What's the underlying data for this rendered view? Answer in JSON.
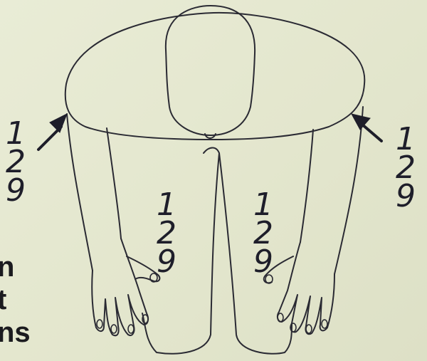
{
  "figure": {
    "labels": [
      {
        "id": "left-shoulder",
        "n1": "1",
        "n2": "2",
        "n3": "9"
      },
      {
        "id": "left-knee",
        "n1": "1",
        "n2": "2",
        "n3": "9"
      },
      {
        "id": "right-knee",
        "n1": "1",
        "n2": "2",
        "n3": "9"
      },
      {
        "id": "right-shoulder",
        "n1": "1",
        "n2": "2",
        "n3": "9"
      }
    ]
  },
  "edge_text": {
    "line1": "n",
    "line2": "t",
    "line3": "ns"
  },
  "colors": {
    "background": "#e6e9d2",
    "ink": "#1e1e2a"
  }
}
